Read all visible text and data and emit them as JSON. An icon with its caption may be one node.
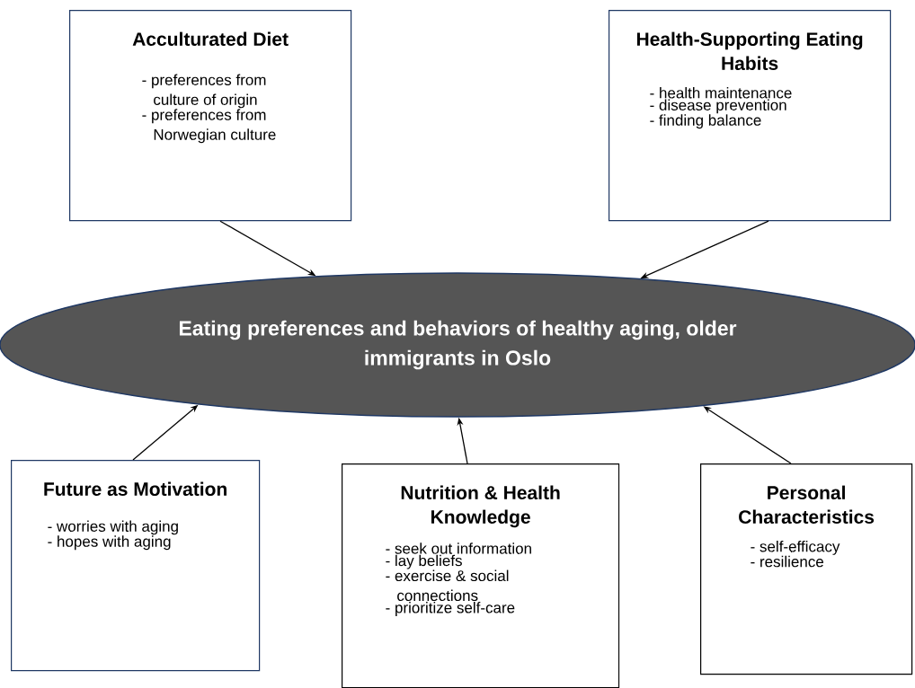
{
  "diagram": {
    "nodes": [
      {
        "text": [
          "Acculturated Diet",
          "- preferences from culture of origin",
          "- preferences from Norwegian culture"
        ]
      },
      {
        "text": [
          "Health-Supporting Eating Habits",
          "- health maintenance",
          "- disease prevention",
          "- finding balance"
        ]
      },
      {
        "text": [
          "Eating preferences and behaviors of healthy aging, older immigrants in Oslo"
        ]
      },
      {
        "text": [
          "Future as Motivation",
          "- worries with aging",
          "- hopes with aging"
        ]
      },
      {
        "text": [
          "Nutrition & Health Knowledge",
          "- seek out information",
          "- lay beliefs",
          "- exercise & social connections",
          "- prioritize self-care"
        ]
      },
      {
        "text": [
          "Personal Characteristics",
          "- self-efficacy",
          "- resilience"
        ]
      }
    ],
    "edges": [
      {
        "from": 0,
        "to": 2,
        "arrow": "to"
      },
      {
        "from": 1,
        "to": 2,
        "arrow": "to"
      },
      {
        "from": 3,
        "to": 2,
        "arrow": "to"
      },
      {
        "from": 4,
        "to": 2,
        "arrow": "to"
      },
      {
        "from": 5,
        "to": 2,
        "arrow": "to"
      }
    ]
  }
}
